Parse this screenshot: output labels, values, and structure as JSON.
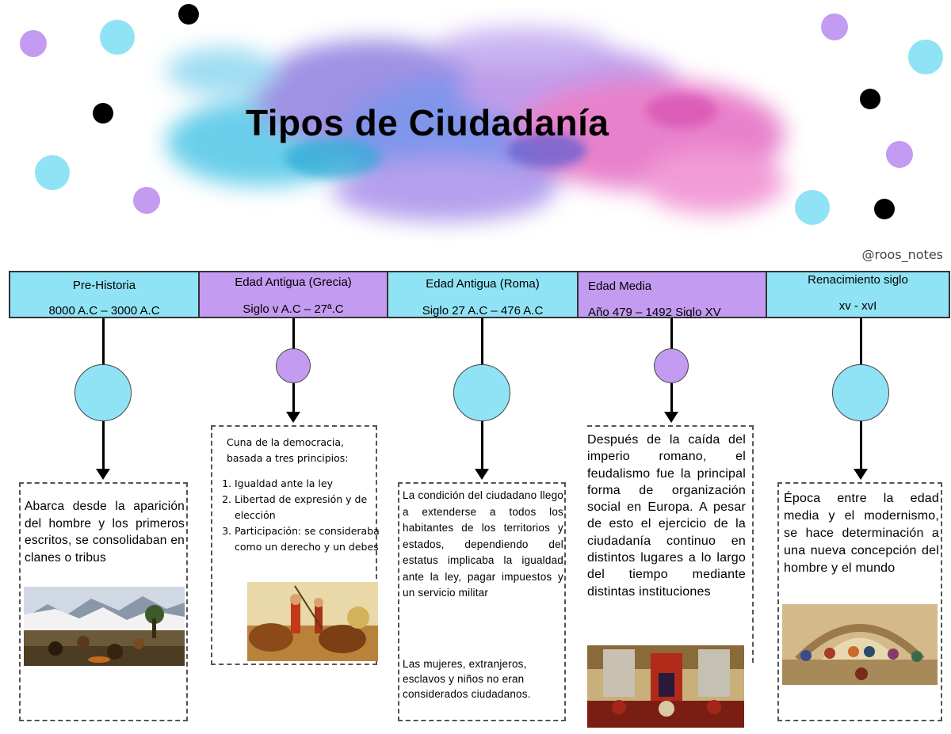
{
  "header": {
    "title": "Tipos de Ciudadanía",
    "handle": "@roos_notes"
  },
  "colors": {
    "blue": "#8fe3f5",
    "purple": "#c39bf0",
    "black": "#000000"
  },
  "timeline": [
    {
      "label": "Pre-Historia",
      "date": "8000 A.C – 3000 A.C",
      "color": "blue"
    },
    {
      "label": "Edad Antigua (Grecia)",
      "date": "Siglo v A.C – 27ª.C",
      "color": "purple"
    },
    {
      "label": "Edad Antigua (Roma)",
      "date": "Siglo 27 A.C – 476 A.C",
      "color": "blue"
    },
    {
      "label": "Edad Media",
      "date": "Año 479 – 1492 Siglo XV",
      "color": "purple"
    },
    {
      "label": "Renacimiento siglo",
      "date": "xv - xvI",
      "color": "blue"
    }
  ],
  "boxes": {
    "prehistoria": "Abarca desde la aparición del hombre y los primeros escritos, se consolidaban en clanes o tribus",
    "grecia": {
      "intro": "Cuna de la democracia, basada a tres principios:",
      "items": [
        "Igualdad ante la ley",
        "Libertad de expresión y de elección",
        "Participación: se consideraba como un derecho y un debes"
      ]
    },
    "roma": {
      "p1": "La condición del ciudadano llego a extenderse a todos los habitantes de los territorios y estados, dependiendo del estatus implicaba la igualdad ante la ley, pagar impuestos y un servicio militar",
      "p2": "Las mujeres, extranjeros, esclavos y niños no eran considerados ciudadanos."
    },
    "media": "Después de la caída del imperio romano, el feudalismo fue la principal forma de organización social en Europa. A pesar de esto el ejercicio de la ciudadanía continuo en distintos lugares a lo largo del tiempo mediante distintas instituciones",
    "renacimiento": "Época entre la edad media y el modernismo, se hace determinación a una nueva concepción del hombre y el mundo"
  }
}
